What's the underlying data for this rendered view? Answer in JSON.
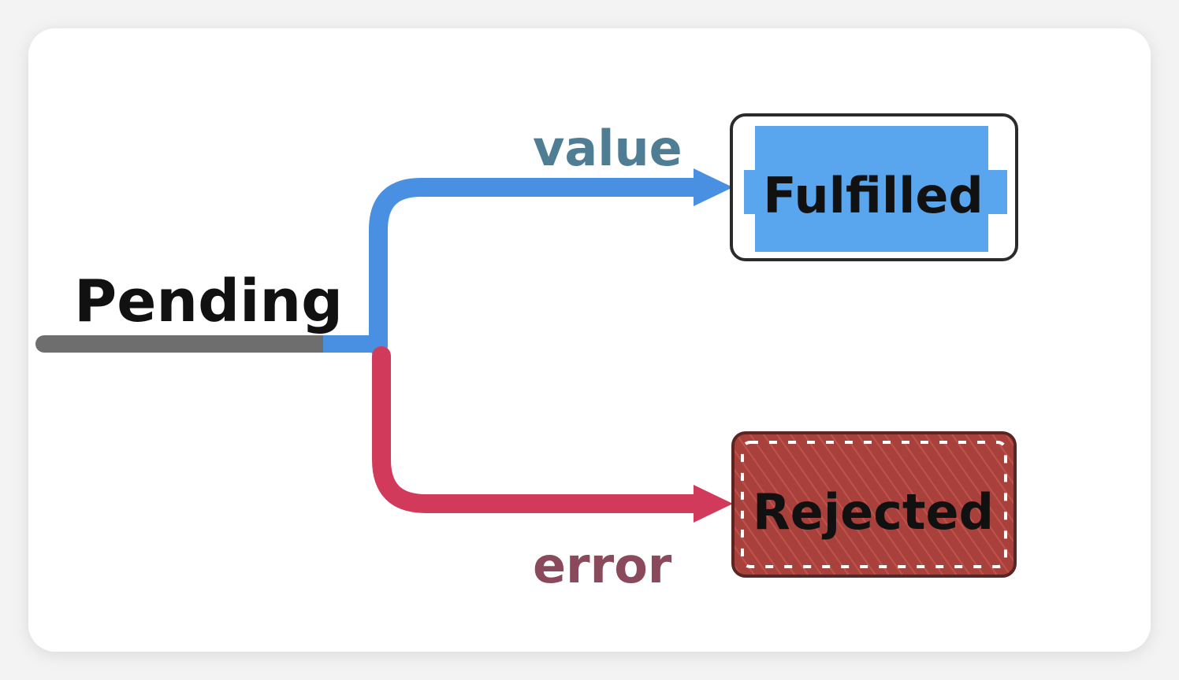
{
  "diagram": {
    "pending_label": "Pending",
    "value_label": "value",
    "error_label": "error",
    "fulfilled_label": "Fulfilled",
    "rejected_label": "Rejected"
  },
  "colors": {
    "pending_line": "#6e6e6e",
    "value_line": "#4a90e2",
    "error_line": "#d23a5c",
    "fulfilled_fill": "#5aa6ee",
    "rejected_fill": "#a8413c",
    "value_text": "#4f7e94",
    "error_text": "#8a4a5c"
  }
}
